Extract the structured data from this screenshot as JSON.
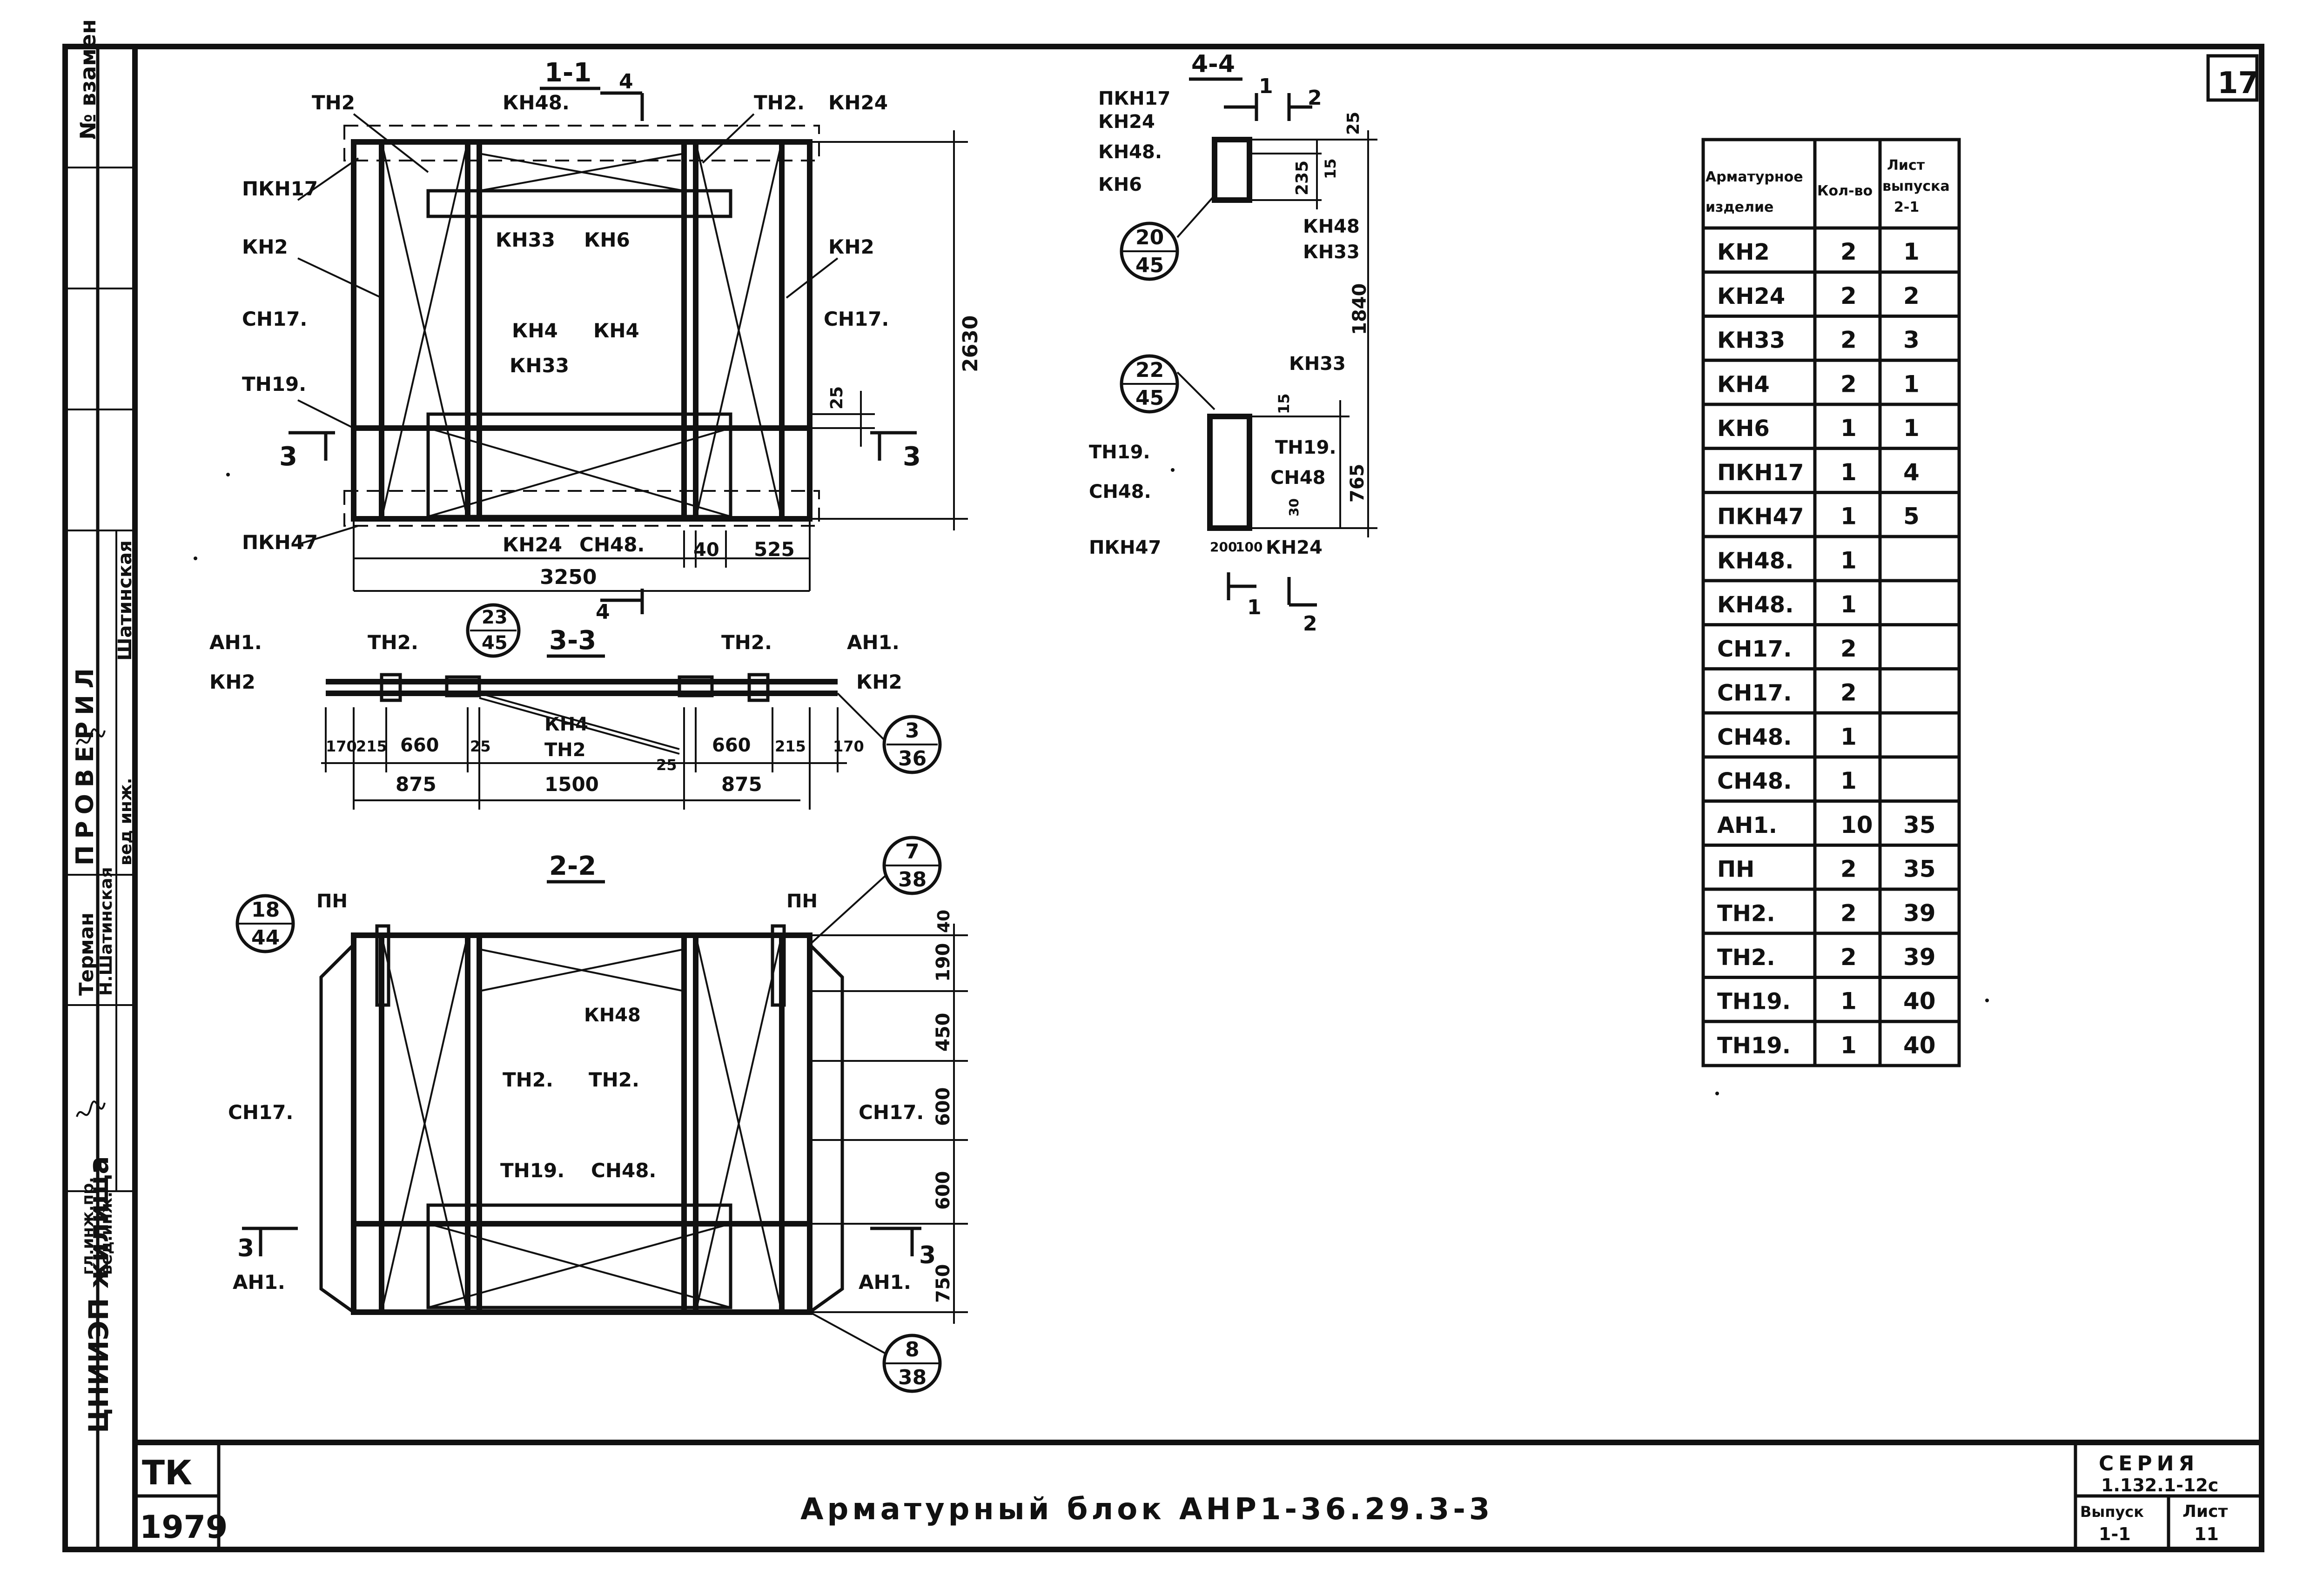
{
  "sheet": {
    "number": "17",
    "title": "Арматурный блок АНР1-36.29.3-3",
    "org": "ТК",
    "year": "1979",
    "logo_text": "ЦНИИЭП жилища",
    "series_label": "СЕРИЯ",
    "series_value": "1.132.1-12с",
    "issue_label": "Выпуск",
    "issue_value": "1-1",
    "sheet_label": "Лист",
    "sheet_value": "11"
  },
  "stamp": {
    "zamen": "№ взамен",
    "proveril": "ПРОВЕРИЛ",
    "checker": "Шатинская",
    "ved_inzh": "вед инж.",
    "gl_inzh_pr": "гл.инж.пр.",
    "ved_inzh2": "вед.инж.",
    "name1": "Терман",
    "name2": "Н.Шатинская"
  },
  "views": {
    "v11": {
      "title": "1-1",
      "labels": [
        "ТН2",
        "КН48.",
        "ТН2.",
        "КН24",
        "ПКН17",
        "КН2",
        "КН33",
        "КН6",
        "КН2",
        "СН17.",
        "КН4",
        "КН4",
        "СН17.",
        "КН33",
        "ТН19.",
        "ПКН47",
        "КН24",
        "СН48."
      ],
      "dims": [
        "2630",
        "25",
        "40",
        "525",
        "3250"
      ],
      "cut3": "3",
      "cut4": "4"
    },
    "v33": {
      "title": "3-3",
      "labels": [
        "АН1.",
        "ТН2.",
        "ТН2.",
        "АН1.",
        "КН2",
        "КН2",
        "КН4",
        "ТН2"
      ],
      "dims": [
        "170",
        "215",
        "660",
        "25",
        "25",
        "660",
        "215",
        "170",
        "875",
        "1500",
        "875"
      ],
      "callout_a": [
        "23",
        "45"
      ],
      "callout_b": [
        "3",
        "36"
      ]
    },
    "v44": {
      "title": "4-4",
      "labels": [
        "ПКН17",
        "КН24",
        "КН48.",
        "КН6",
        "КН48",
        "КН33",
        "КН33",
        "ТН19.",
        "ТН19.",
        "СН48",
        "СН48.",
        "ПКН47",
        "КН24"
      ],
      "dims": [
        "235",
        "15",
        "25",
        "1840",
        "15",
        "765",
        "30",
        "200",
        "100"
      ],
      "callout_a": [
        "20",
        "45"
      ],
      "callout_b": [
        "22",
        "45"
      ],
      "cut1": "1",
      "cut2": "2"
    },
    "v22": {
      "title": "2-2",
      "labels": [
        "ПН",
        "ПН",
        "КН48",
        "ТН2.",
        "ТН2.",
        "СН17.",
        "СН17.",
        "ТН19.",
        "СН48.",
        "АН1.",
        "АН1."
      ],
      "dims": [
        "40",
        "190",
        "450",
        "600",
        "600",
        "750"
      ],
      "callout_a": [
        "18",
        "44"
      ],
      "callout_b": [
        "7",
        "38"
      ],
      "callout_c": [
        "8",
        "38"
      ],
      "cut3": "3"
    }
  },
  "spec_table": {
    "headers": [
      "Арматурное изделие",
      "Кол-во",
      "Лист выпуска 2-1"
    ],
    "rows": [
      [
        "КН2",
        "2",
        "1"
      ],
      [
        "КН24",
        "2",
        "2"
      ],
      [
        "КН33",
        "2",
        "3"
      ],
      [
        "КН4",
        "2",
        "1"
      ],
      [
        "КН6",
        "1",
        "1"
      ],
      [
        "ПКН17",
        "1",
        "4"
      ],
      [
        "ПКН47",
        "1",
        "5"
      ],
      [
        "КН48.",
        "1",
        ""
      ],
      [
        "КН48.",
        "1",
        ""
      ],
      [
        "СН17.",
        "2",
        ""
      ],
      [
        "СН17.",
        "2",
        ""
      ],
      [
        "СН48.",
        "1",
        ""
      ],
      [
        "СН48.",
        "1",
        ""
      ],
      [
        "АН1.",
        "10",
        "35"
      ],
      [
        "ПН",
        "2",
        "35"
      ],
      [
        "ТН2.",
        "2",
        "39"
      ],
      [
        "ТН2.",
        "2",
        "39"
      ],
      [
        "ТН19.",
        "1",
        "40"
      ],
      [
        "ТН19.",
        "1",
        "40"
      ]
    ]
  }
}
